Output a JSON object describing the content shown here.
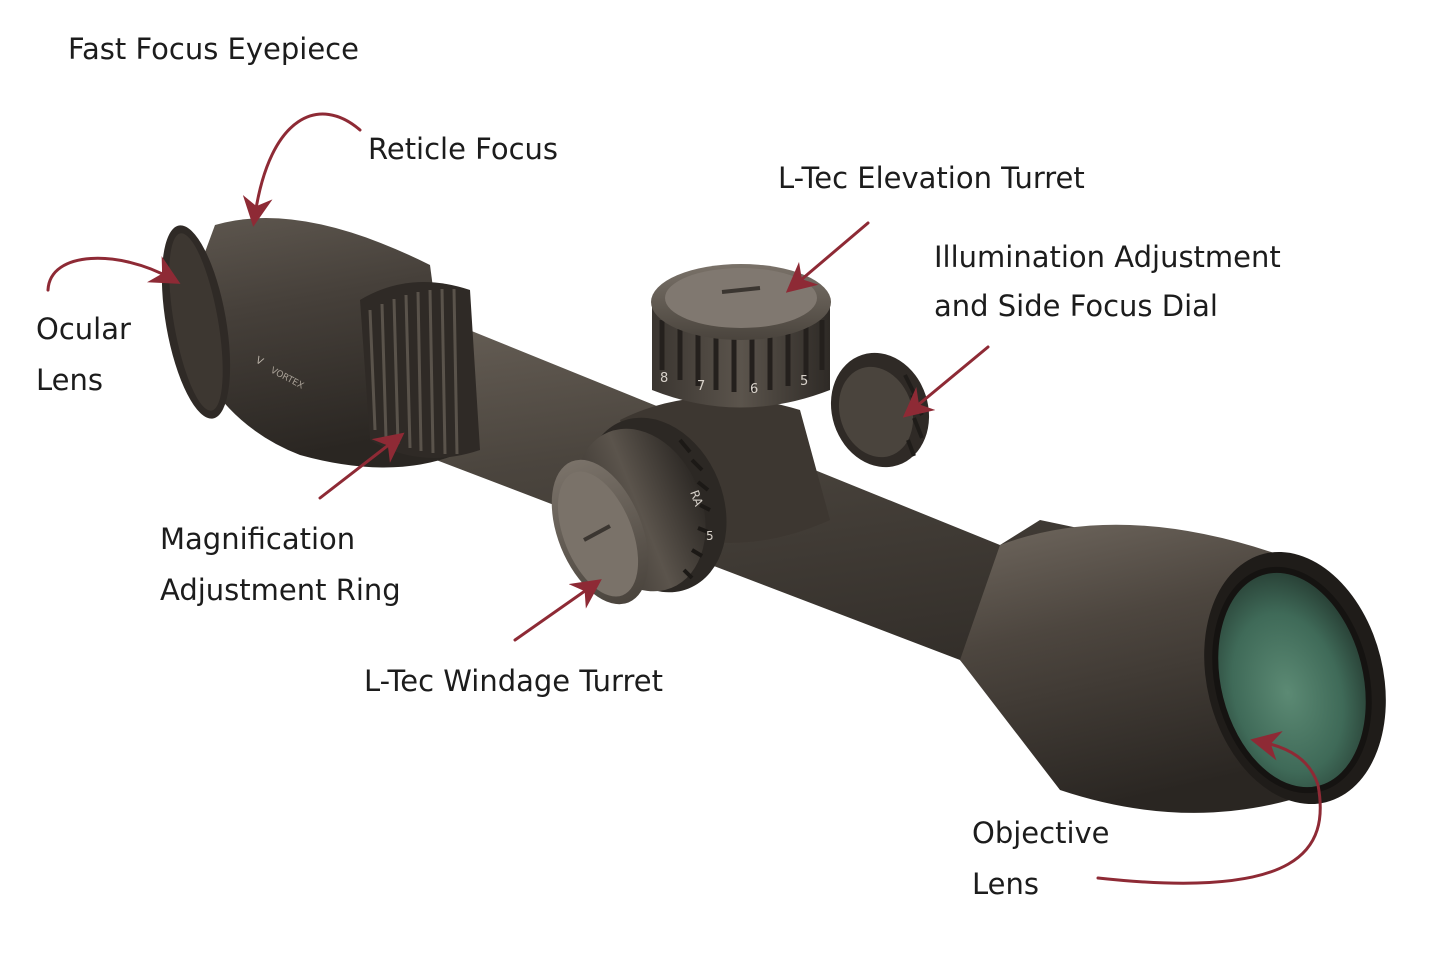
{
  "labels": {
    "fast_focus_eyepiece": "Fast Focus Eyepiece",
    "reticle_focus": "Reticle Focus",
    "ocular_lens": [
      "Ocular",
      "Lens"
    ],
    "elevation_turret": "L-Tec Elevation Turret",
    "illumination": [
      "Illumination Adjustment",
      "and Side Focus Dial"
    ],
    "magnification": [
      "Magnification",
      "Adjustment Ring"
    ],
    "windage_turret": "L-Tec Windage Turret",
    "objective_lens": [
      "Objective",
      "Lens"
    ]
  },
  "turret_markings": {
    "elevation": [
      "8",
      "7",
      "6",
      "5"
    ],
    "windage": [
      "RA",
      "5"
    ]
  },
  "brand_mark": "VORTEX",
  "colors": {
    "arrow": "#8e2a35",
    "scope_body": "#4a443d",
    "scope_dark": "#2a2622",
    "lens_green": "#3f6a58",
    "text": "#1c1c1c",
    "background": "#ffffff"
  }
}
